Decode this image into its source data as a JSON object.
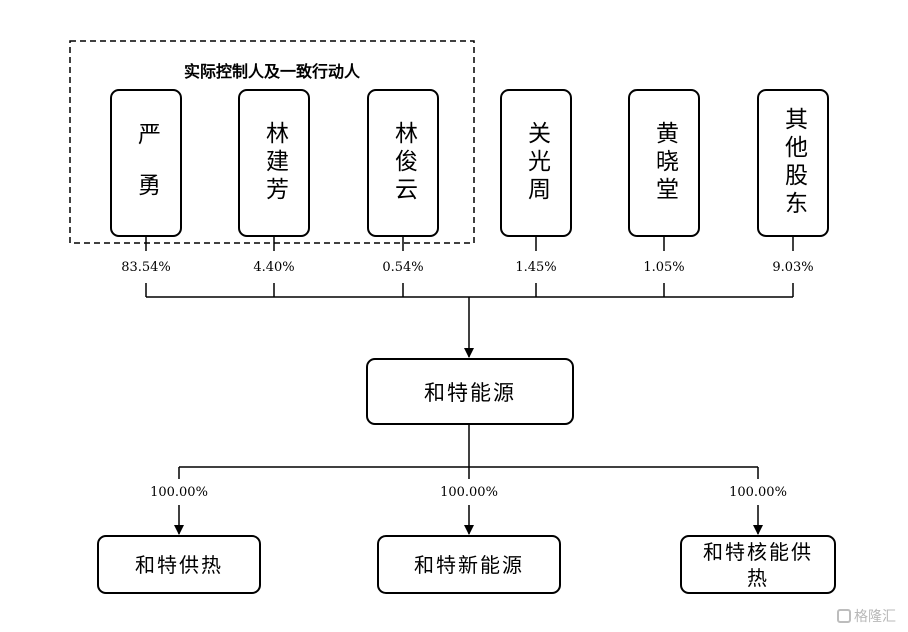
{
  "group": {
    "title": "实际控制人及一致行动人"
  },
  "shareholders": [
    {
      "name": "严勇",
      "pct": "83.54%"
    },
    {
      "name": "林建芳",
      "pct": "4.40%"
    },
    {
      "name": "林俊云",
      "pct": "0.54%"
    },
    {
      "name": "关光周",
      "pct": "1.45%"
    },
    {
      "name": "黄晓堂",
      "pct": "1.05%"
    },
    {
      "name": "其他股东",
      "pct": "9.03%"
    }
  ],
  "company": {
    "name": "和特能源"
  },
  "subsidiaries": [
    {
      "name": "和特供热",
      "pct": "100.00%"
    },
    {
      "name": "和特新能源",
      "pct": "100.00%"
    },
    {
      "name": "和特核能供热",
      "pct": "100.00%"
    }
  ],
  "watermark": {
    "text": "格隆汇"
  }
}
